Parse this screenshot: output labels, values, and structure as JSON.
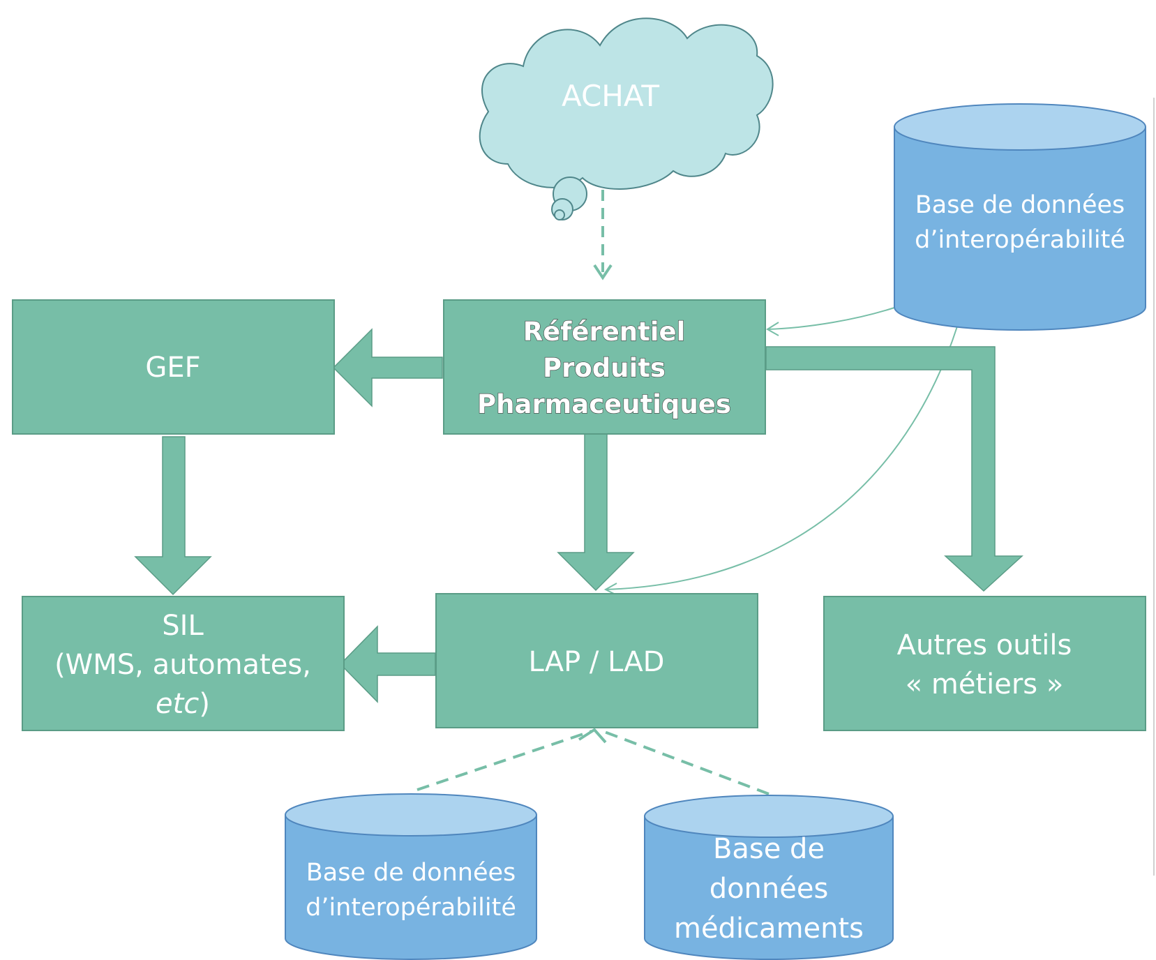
{
  "colors": {
    "box_fill": "#77bea7",
    "box_stroke": "#5a9c86",
    "cylinder_fill": "#78b3e1",
    "cylinder_top": "#acd3ef",
    "cylinder_stroke": "#4f86bd",
    "cloud_fill": "#bde4e6",
    "cloud_stroke": "#4f868a",
    "connector": "#77bea7"
  },
  "nodes": {
    "achat": {
      "label": "ACHAT",
      "shape": "cloud"
    },
    "referentiel": {
      "lines": [
        "Référentiel",
        "Produits",
        "Pharmaceutiques"
      ],
      "shape": "box"
    },
    "gef": {
      "label": "GEF",
      "shape": "box"
    },
    "sil": {
      "line1": "SIL",
      "line2": "(WMS, automates,",
      "line3_italic": "etc",
      "line3_suffix": ")",
      "shape": "box"
    },
    "lap_lad": {
      "label": "LAP / LAD",
      "shape": "box"
    },
    "autres_outils": {
      "lines": [
        "Autres  outils",
        "« métiers »"
      ],
      "shape": "box"
    },
    "db_interop_top": {
      "lines": [
        "Base de données",
        "d’interopérabilité"
      ],
      "shape": "cylinder"
    },
    "db_interop_bottom": {
      "lines": [
        "Base de données",
        "d’interopérabilité"
      ],
      "shape": "cylinder"
    },
    "db_medicaments": {
      "lines": [
        "Base de",
        "données",
        "médicaments"
      ],
      "shape": "cylinder"
    }
  },
  "edges": [
    {
      "from": "achat",
      "to": "referentiel",
      "style": "dashed"
    },
    {
      "from": "referentiel",
      "to": "gef",
      "style": "block-arrow"
    },
    {
      "from": "referentiel",
      "to": "lap_lad",
      "style": "block-arrow"
    },
    {
      "from": "referentiel",
      "to": "autres_outils",
      "style": "block-arrow"
    },
    {
      "from": "gef",
      "to": "sil",
      "style": "block-arrow"
    },
    {
      "from": "lap_lad",
      "to": "sil",
      "style": "block-arrow"
    },
    {
      "from": "db_interop_top",
      "to": "referentiel",
      "style": "thin"
    },
    {
      "from": "db_interop_top",
      "to": "lap_lad",
      "style": "thin"
    },
    {
      "from": "db_interop_bottom",
      "to": "lap_lad",
      "style": "dashed"
    },
    {
      "from": "db_medicaments",
      "to": "lap_lad",
      "style": "dashed"
    }
  ]
}
